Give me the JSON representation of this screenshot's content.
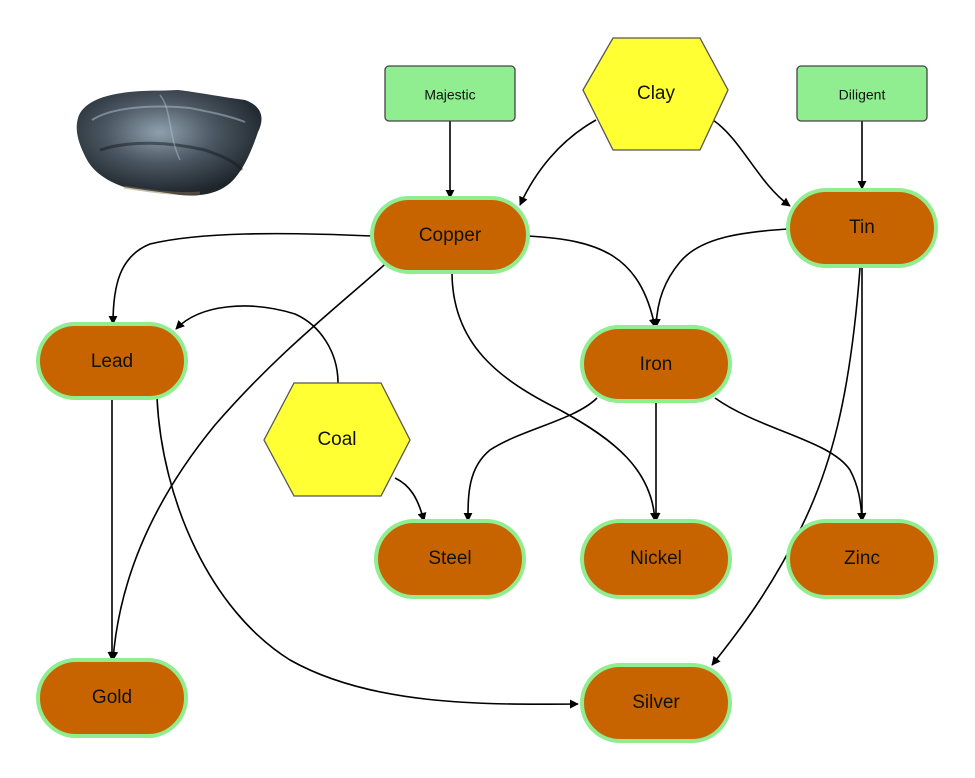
{
  "colors": {
    "metal_fill": "#c86400",
    "metal_stroke": "#90ee90",
    "hex_fill": "#ffff33",
    "hex_stroke": "#555555",
    "rect_fill": "#90ee90",
    "rect_stroke": "#444444",
    "edge": "#000000"
  },
  "nodes": {
    "majestic": "Majestic",
    "clay": "Clay",
    "diligent": "Diligent",
    "copper": "Copper",
    "tin": "Tin",
    "lead": "Lead",
    "iron": "Iron",
    "coal": "Coal",
    "steel": "Steel",
    "nickel": "Nickel",
    "zinc": "Zinc",
    "gold": "Gold",
    "silver": "Silver"
  },
  "image": {
    "icon": "ore-rock-icon"
  }
}
